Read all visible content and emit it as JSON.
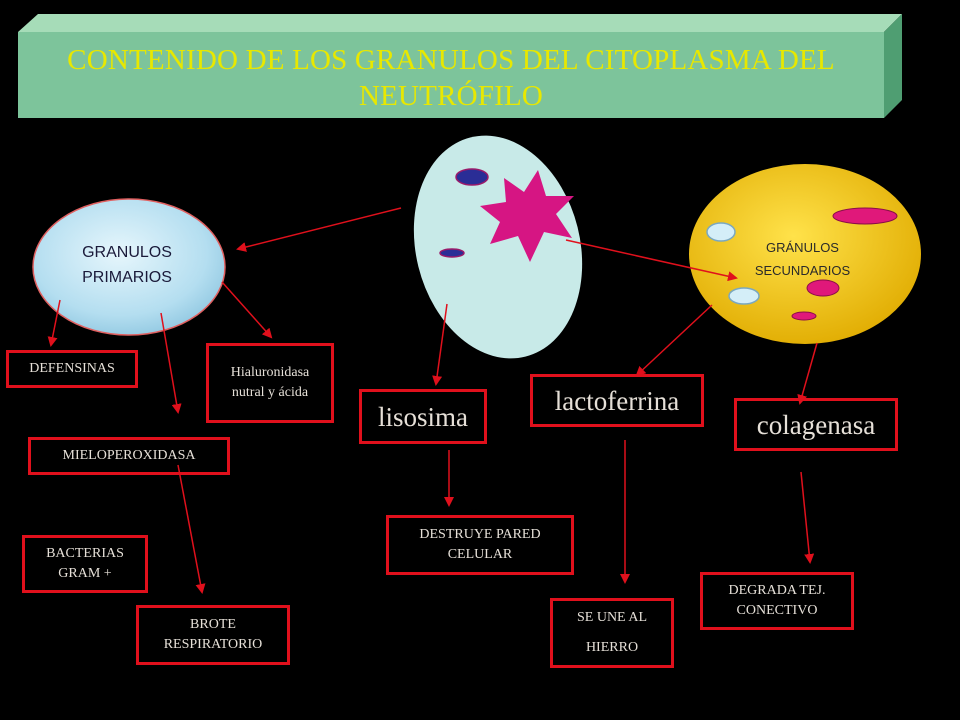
{
  "title": {
    "line1": "CONTENIDO DE LOS GRANULOS DEL CITOPLASMA DEL",
    "line2": "NEUTRÓFILO"
  },
  "nodes": {
    "primarios": "GRANULOS PRIMARIOS",
    "secundarios": "GRÁNULOS SECUNDARIOS",
    "defensinas": "DEFENSINAS",
    "hialuronidasa": "Hialuronidasa nutral y ácida",
    "mieloperoxidasa": "MIELOPEROXIDASA",
    "bacterias": "BACTERIAS GRAM +",
    "brote": "BROTE RESPIRATORIO",
    "lisosima": "lisosima",
    "destruye": "DESTRUYE PARED CELULAR",
    "lactoferrina": "lactoferrina",
    "hierro_1": "SE UNE AL",
    "hierro_2": "HIERRO",
    "colagenasa": "colagenasa",
    "degrada": "DEGRADA TEJ. CONECTIVO"
  },
  "colors": {
    "background": "#000000",
    "title_fill": "#7dc49b",
    "title_text": "#e8e800",
    "box_border": "#e0101c",
    "arrow": "#e0101c",
    "cell": "#c8eae8",
    "nucleus": "#d61583",
    "granule_blue": "#2a2d96",
    "primary_granule": "#b8e0f0",
    "secondary_granule": "#f2c418",
    "secondary_dot": "#e0187a"
  }
}
